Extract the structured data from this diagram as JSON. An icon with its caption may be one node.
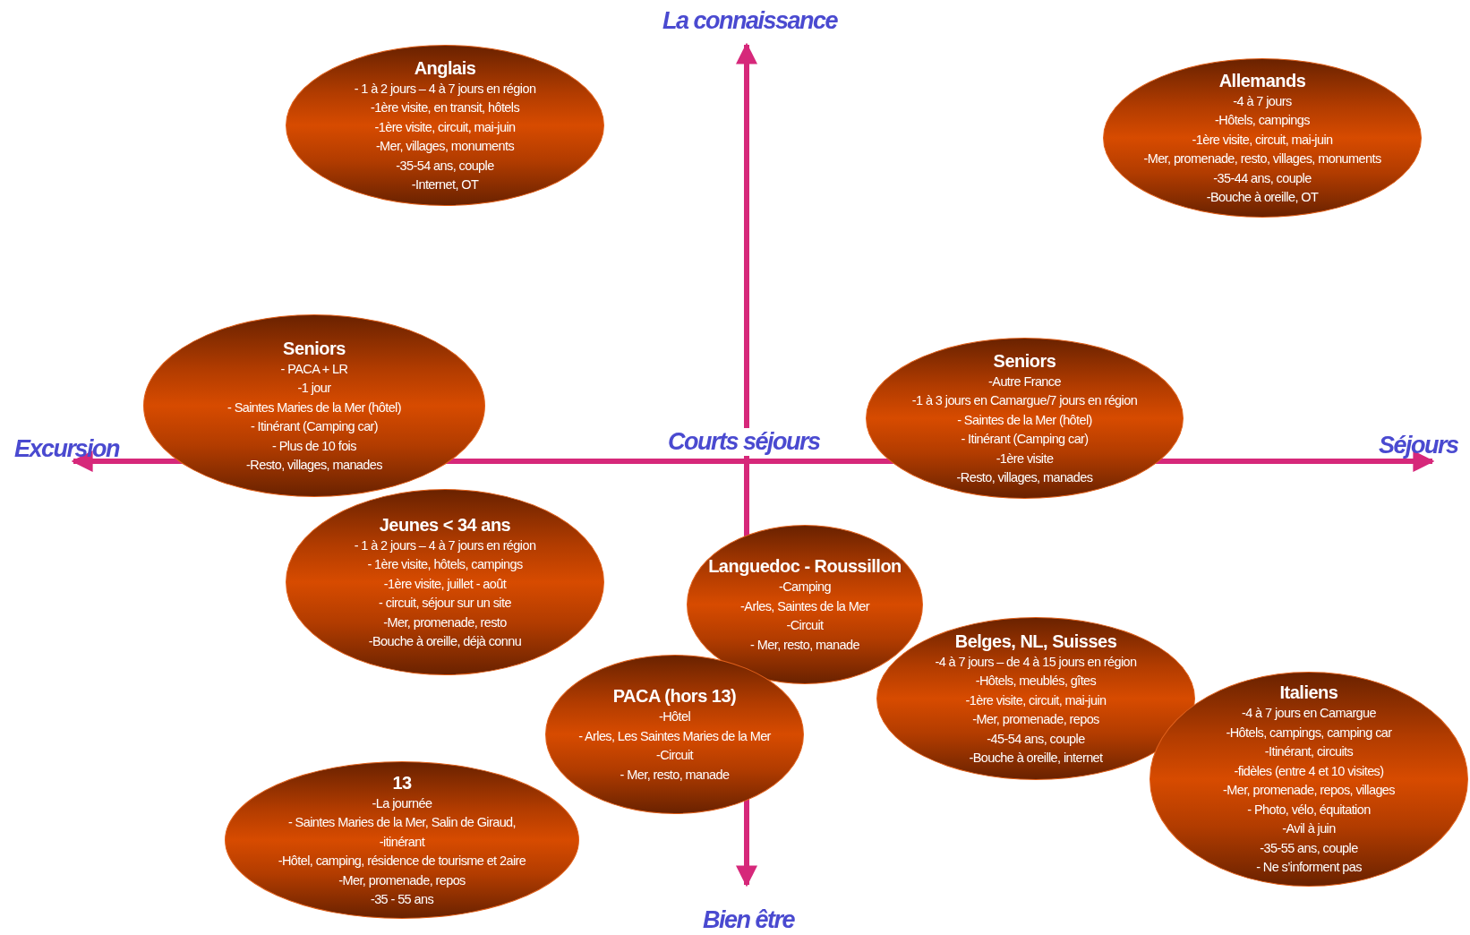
{
  "diagram": {
    "nodes": [
      {
        "text": [
          "Anglais",
          "- 1 à 2 jours – 4 à 7 jours en région",
          "-1ère visite, en transit, hôtels",
          "-1ère visite, circuit, mai-juin",
          "-Mer, villages, monuments",
          "-35-54 ans, couple",
          "-Internet, OT"
        ]
      },
      {
        "text": [
          "Allemands",
          "-4 à 7 jours",
          "-Hôtels, campings",
          "-1ère visite, circuit, mai-juin",
          "-Mer, promenade, resto, villages, monuments",
          "-35-44 ans, couple",
          "-Bouche à oreille, OT"
        ]
      },
      {
        "text": [
          "Seniors",
          "- PACA + LR",
          "-1 jour",
          "- Saintes Maries de la Mer (hôtel)",
          "- Itinérant (Camping car)",
          "- Plus de 10 fois",
          "-Resto, villages, manades"
        ]
      },
      {
        "text": [
          "Seniors",
          "-Autre France",
          "-1 à 3 jours en Camargue/7 jours en région",
          "- Saintes de la Mer (hôtel)",
          "- Itinérant (Camping car)",
          "-1ère visite",
          "-Resto, villages, manades"
        ]
      },
      {
        "text": [
          "Jeunes < 34 ans",
          "- 1 à 2 jours – 4 à 7 jours en région",
          "- 1ère visite, hôtels, campings",
          "-1ère visite, juillet - août",
          "- circuit, séjour sur un site",
          "-Mer, promenade, resto",
          "-Bouche à oreille, déjà connu"
        ]
      },
      {
        "text": [
          "Languedoc - Roussillon",
          "-Camping",
          "-Arles, Saintes de la Mer",
          "-Circuit",
          "- Mer, resto, manade"
        ]
      },
      {
        "text": [
          "Belges, NL, Suisses",
          "-4 à 7 jours – de 4 à 15 jours en région",
          "-Hôtels, meublés, gîtes",
          "-1ère visite, circuit, mai-juin",
          "-Mer, promenade, repos",
          "-45-54 ans, couple",
          "-Bouche à oreille, internet"
        ]
      },
      {
        "text": [
          "PACA (hors 13)",
          "-Hôtel",
          "- Arles, Les Saintes Maries de la Mer",
          "-Circuit",
          "- Mer, resto, manade"
        ]
      },
      {
        "text": [
          "Italiens",
          "-4 à 7 jours en Camargue",
          "-Hôtels, campings, camping car",
          "-Itinérant, circuits",
          "-fidèles (entre 4 et 10 visites)",
          "-Mer, promenade, repos, villages",
          "- Photo, vélo, équitation",
          "-Avil à juin",
          "-35-55 ans, couple",
          "- Ne s’informent pas"
        ]
      },
      {
        "text": [
          "13",
          "-La journée",
          "- Saintes Maries de la Mer, Salin de Giraud,",
          "-itinérant",
          "-Hôtel, camping, résidence de tourisme et 2aire",
          "-Mer, promenade, repos",
          "-35 - 55 ans"
        ]
      }
    ],
    "edges": [],
    "labels": [
      "La connaissance",
      "Excursion",
      "Courts séjours",
      "Séjours",
      "Bien être"
    ]
  }
}
